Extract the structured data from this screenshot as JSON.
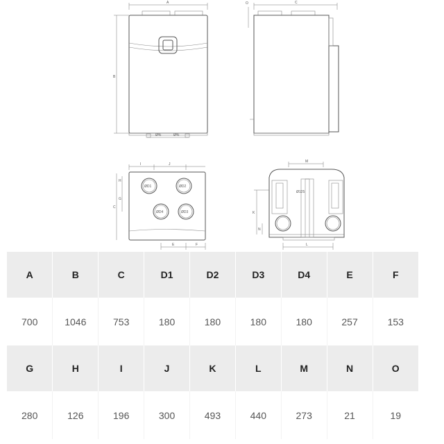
{
  "drawing": {
    "front_view": {
      "labels": {
        "width": "A",
        "height": "B",
        "port_left": "Ø%",
        "port_right": "Ø%"
      }
    },
    "side_view": {
      "labels": {
        "width": "C",
        "top_offset": "O"
      }
    },
    "top_view": {
      "labels": {
        "i": "I",
        "j": "J",
        "h": "H",
        "g": "G",
        "c": "C",
        "e": "E",
        "f": "F"
      },
      "ports": [
        "ØD1",
        "ØD2",
        "ØD4",
        "ØD3"
      ]
    },
    "rear_view": {
      "labels": {
        "m": "M",
        "k": "K",
        "n": "N",
        "l": "L",
        "port": "Ø125"
      }
    }
  },
  "dimensions_table": {
    "rows": [
      {
        "headers": [
          "A",
          "B",
          "C",
          "D1",
          "D2",
          "D3",
          "D4",
          "E",
          "F"
        ],
        "values": [
          "700",
          "1046",
          "753",
          "180",
          "180",
          "180",
          "180",
          "257",
          "153"
        ]
      },
      {
        "headers": [
          "G",
          "H",
          "I",
          "J",
          "K",
          "L",
          "M",
          "N",
          "O"
        ],
        "values": [
          "280",
          "126",
          "196",
          "300",
          "493",
          "440",
          "273",
          "21",
          "19"
        ]
      }
    ]
  }
}
